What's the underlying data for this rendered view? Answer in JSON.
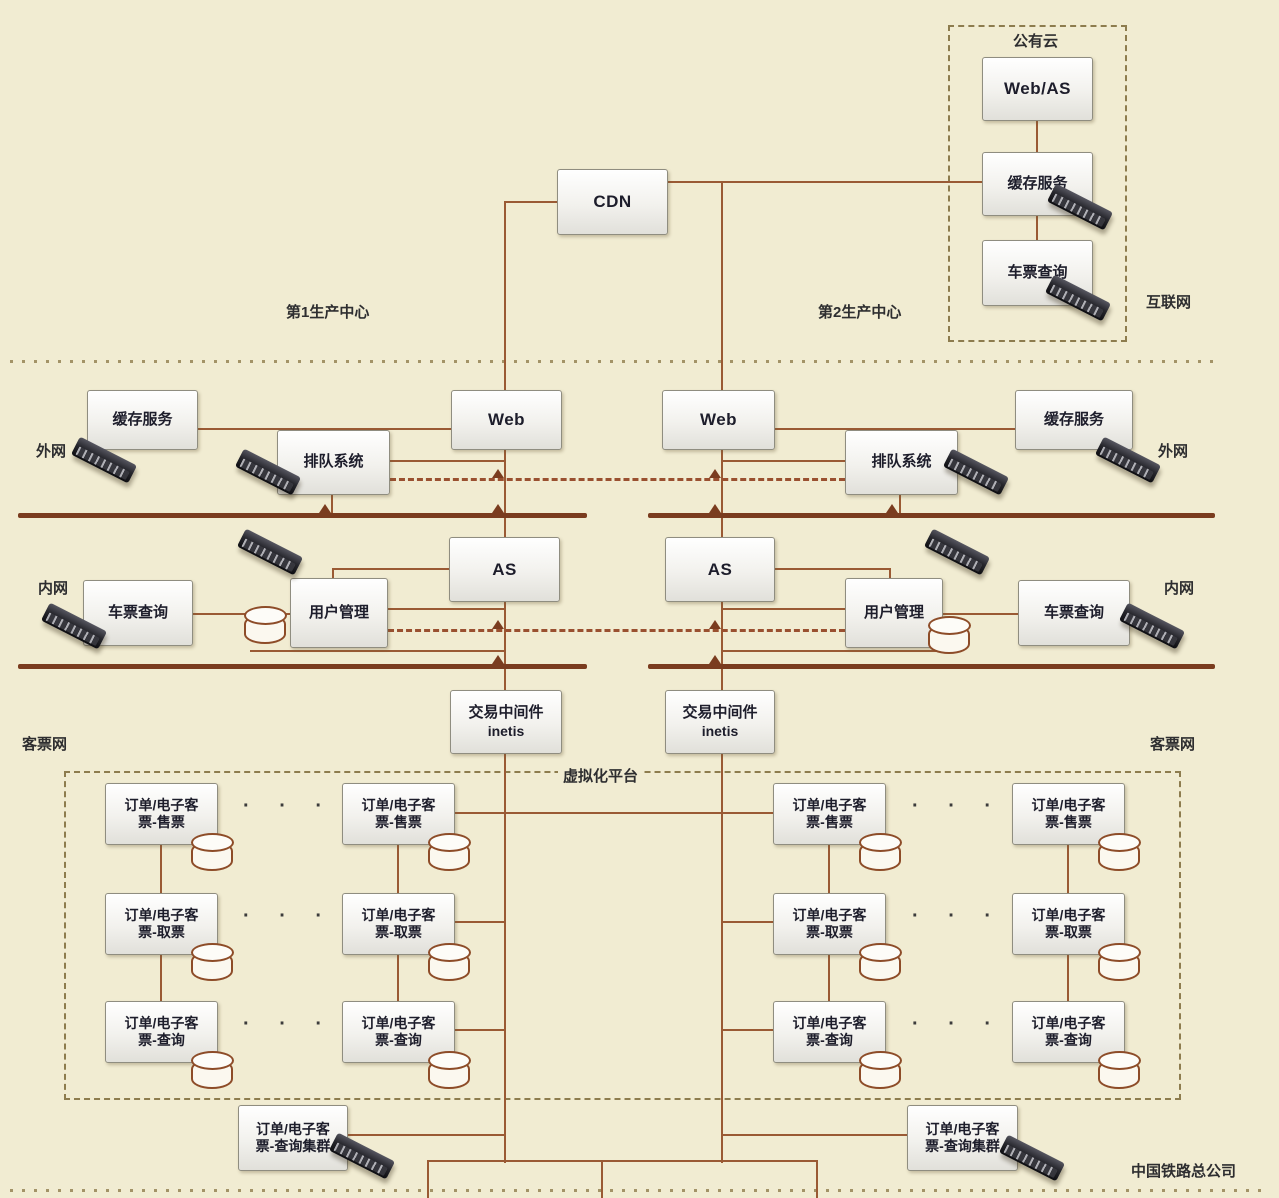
{
  "colors": {
    "background": "#f1ecd2",
    "line": "#9a5a34",
    "bus": "#7a3c1f",
    "dashed_border": "#8d7c4e",
    "box_border": "#8f8d80",
    "text": "#1d1d2b"
  },
  "regions": {
    "public_cloud": "公有云",
    "internet": "互联网",
    "dc1": "第1生产中心",
    "dc2": "第2生产中心",
    "extnet": "外网",
    "intnet": "内网",
    "ticketnet": "客票网",
    "virt_platform": "虚拟化平台",
    "company": "中国铁路总公司"
  },
  "nodes": {
    "cdn": "CDN",
    "web_as": "Web/AS",
    "cache": "缓存服务",
    "ticket_query": "车票查询",
    "web": "Web",
    "queue": "排队系统",
    "as": "AS",
    "user_mgmt": "用户管理",
    "middleware_l1": "交易中间件",
    "middleware_l2": "inetis",
    "order_l1": "订单/电子客",
    "order_sell_l2": "票-售票",
    "order_pick_l2": "票-取票",
    "order_query_l2": "票-查询",
    "cluster_l2": "票-查询集群"
  },
  "ellipsis": "· · ·"
}
